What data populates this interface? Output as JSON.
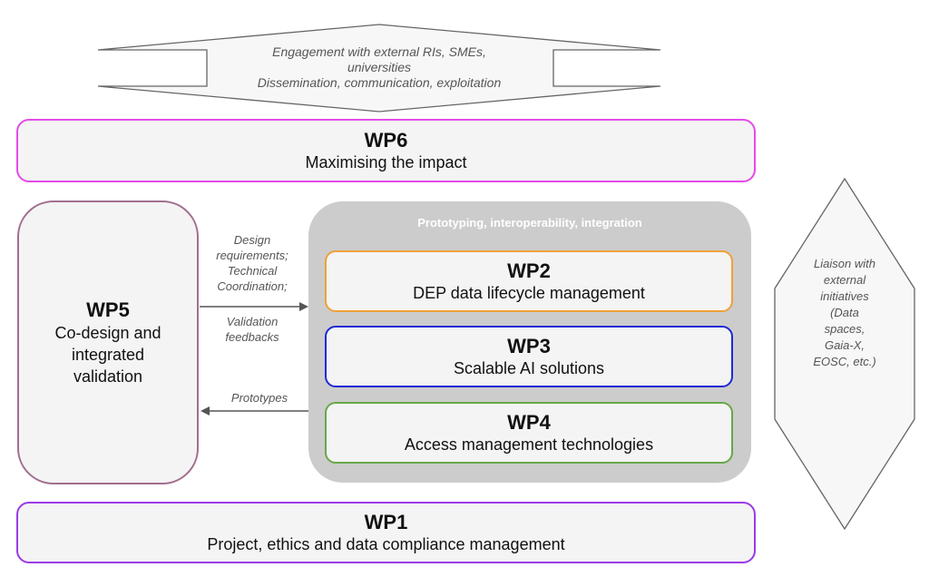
{
  "top_arrow": {
    "lines": [
      "Engagement with external RIs, SMEs,",
      "universities",
      "Dissemination, communication, exploitation"
    ]
  },
  "wp6": {
    "title": "WP6",
    "subtitle": "Maximising the impact"
  },
  "wp5": {
    "title": "WP5",
    "subtitle_lines": [
      "Co-design and",
      "integrated",
      "validation"
    ]
  },
  "panel": {
    "title": "Prototyping, interoperability, integration"
  },
  "wp2": {
    "title": "WP2",
    "subtitle": "DEP data lifecycle management"
  },
  "wp3": {
    "title": "WP3",
    "subtitle": "Scalable AI solutions"
  },
  "wp4": {
    "title": "WP4",
    "subtitle": "Access management technologies"
  },
  "wp1": {
    "title": "WP1",
    "subtitle": "Project, ethics and data compliance management"
  },
  "arrow_labels": {
    "design_lines": [
      "Design",
      "requirements;",
      "Technical",
      "Coordination;"
    ],
    "validation_lines": [
      "Validation",
      "feedbacks"
    ],
    "prototypes": "Prototypes"
  },
  "side_arrow": {
    "lines": [
      "Liaison with",
      "external",
      "initiatives",
      "(Data",
      "spaces,",
      "Gaia-X,",
      "EOSC, etc.)"
    ]
  },
  "colors": {
    "wp6_border": "#e44be9",
    "wp1_border": "#9b3be6",
    "wp5_border": "#a26e8e",
    "wp2_border": "#f0a03a",
    "wp3_border": "#1d28d8",
    "wp4_border": "#68a84a",
    "panel_fill": "#cccccc",
    "box_fill": "#f4f4f4"
  }
}
